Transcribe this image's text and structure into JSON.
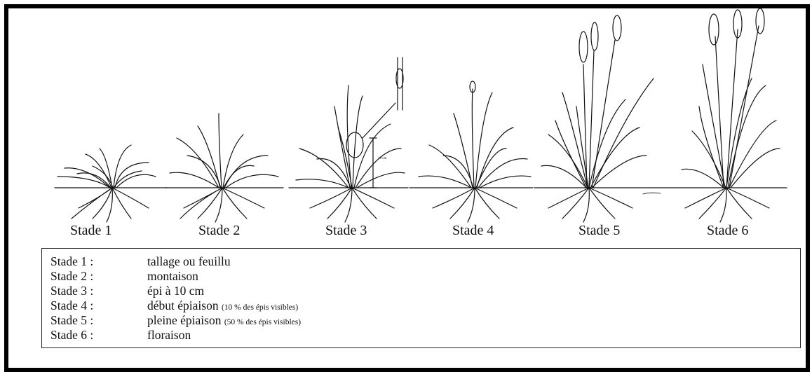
{
  "stages": [
    {
      "label": "Stade 1"
    },
    {
      "label": "Stade 2"
    },
    {
      "label": "Stade 3"
    },
    {
      "label": "Stade 4"
    },
    {
      "label": "Stade 5"
    },
    {
      "label": "Stade 6"
    }
  ],
  "legend": [
    {
      "key": "Stade 1 :",
      "desc": "tallage ou feuillu",
      "note": ""
    },
    {
      "key": "Stade 2 :",
      "desc": "montaison",
      "note": ""
    },
    {
      "key": "Stade 3 :",
      "desc": "épi à 10 cm",
      "note": ""
    },
    {
      "key": "Stade 4 :",
      "desc": "début épiaison ",
      "note": "(10 % des épis visibles)"
    },
    {
      "key": "Stade 5 :",
      "desc": "pleine épiaison ",
      "note": "(50 % des épis visibles)"
    },
    {
      "key": "Stade 6 :",
      "desc": "floraison",
      "note": ""
    }
  ],
  "annotation": {
    "height_label": "10 cm"
  },
  "colors": {
    "ink": "#111111",
    "frame": "#000000",
    "background": "#ffffff"
  }
}
